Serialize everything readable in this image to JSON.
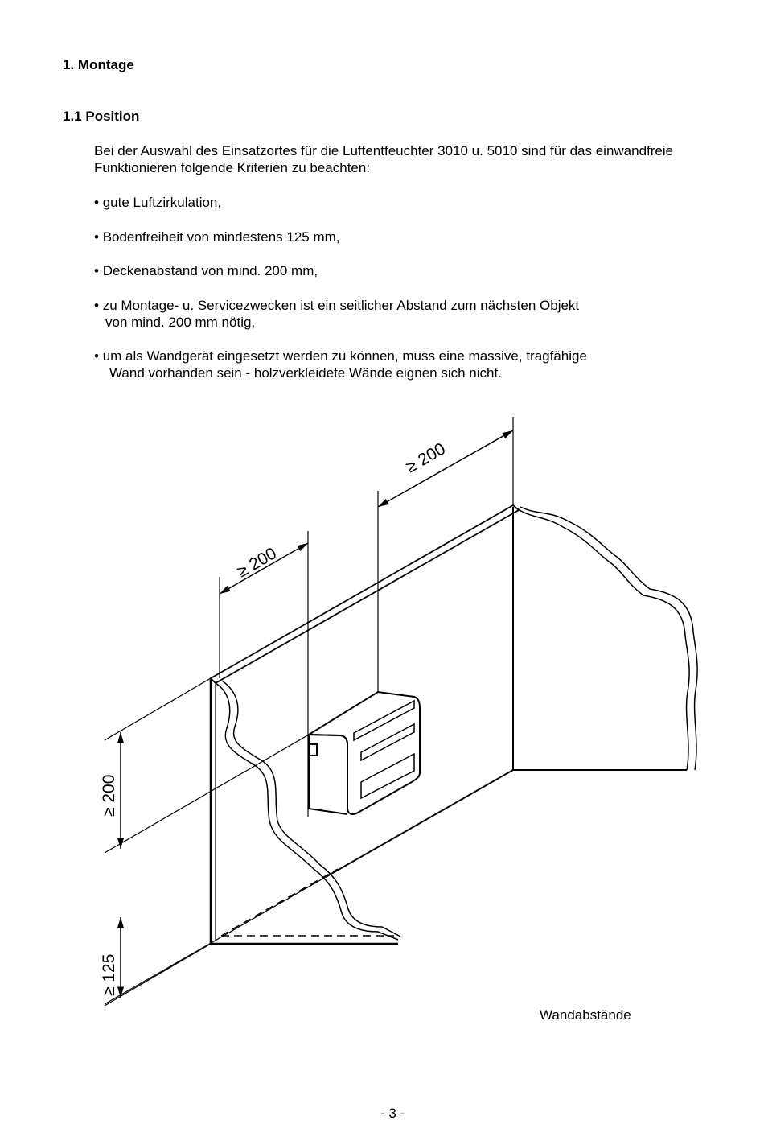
{
  "section": {
    "title": "1. Montage",
    "subsection_title": "1.1  Position"
  },
  "intro": {
    "line1": "Bei der Auswahl des Einsatzortes für die Luftentfeuchter 3010 u. 5010 sind für das einwandfreie",
    "line2": "Funktionieren folgende Kriterien zu beachten:"
  },
  "bullet_symbol": "•",
  "bullets": [
    {
      "line1": "gute Luftzirkulation,"
    },
    {
      "line1": "Bodenfreiheit von mindestens 125 mm,"
    },
    {
      "line1": "Deckenabstand von mind. 200 mm,"
    },
    {
      "line1": "zu Montage- u. Servicezwecken ist ein seitlicher Abstand zum nächsten Objekt",
      "line2": "von mind. 200 mm nötig,"
    },
    {
      "line1": "um als Wandgerät eingesetzt werden zu können, muss eine massive, tragfähige",
      "line2": "Wand vorhanden sein - holzverkleidete Wände eignen sich nicht."
    }
  ],
  "diagram": {
    "dim_side_left": "≥ 200",
    "dim_side_right": "≥ 200",
    "dim_ceiling": "≥ 200",
    "dim_floor": "≥ 125"
  },
  "caption": "Wandabstände",
  "page_number": "- 3 -"
}
